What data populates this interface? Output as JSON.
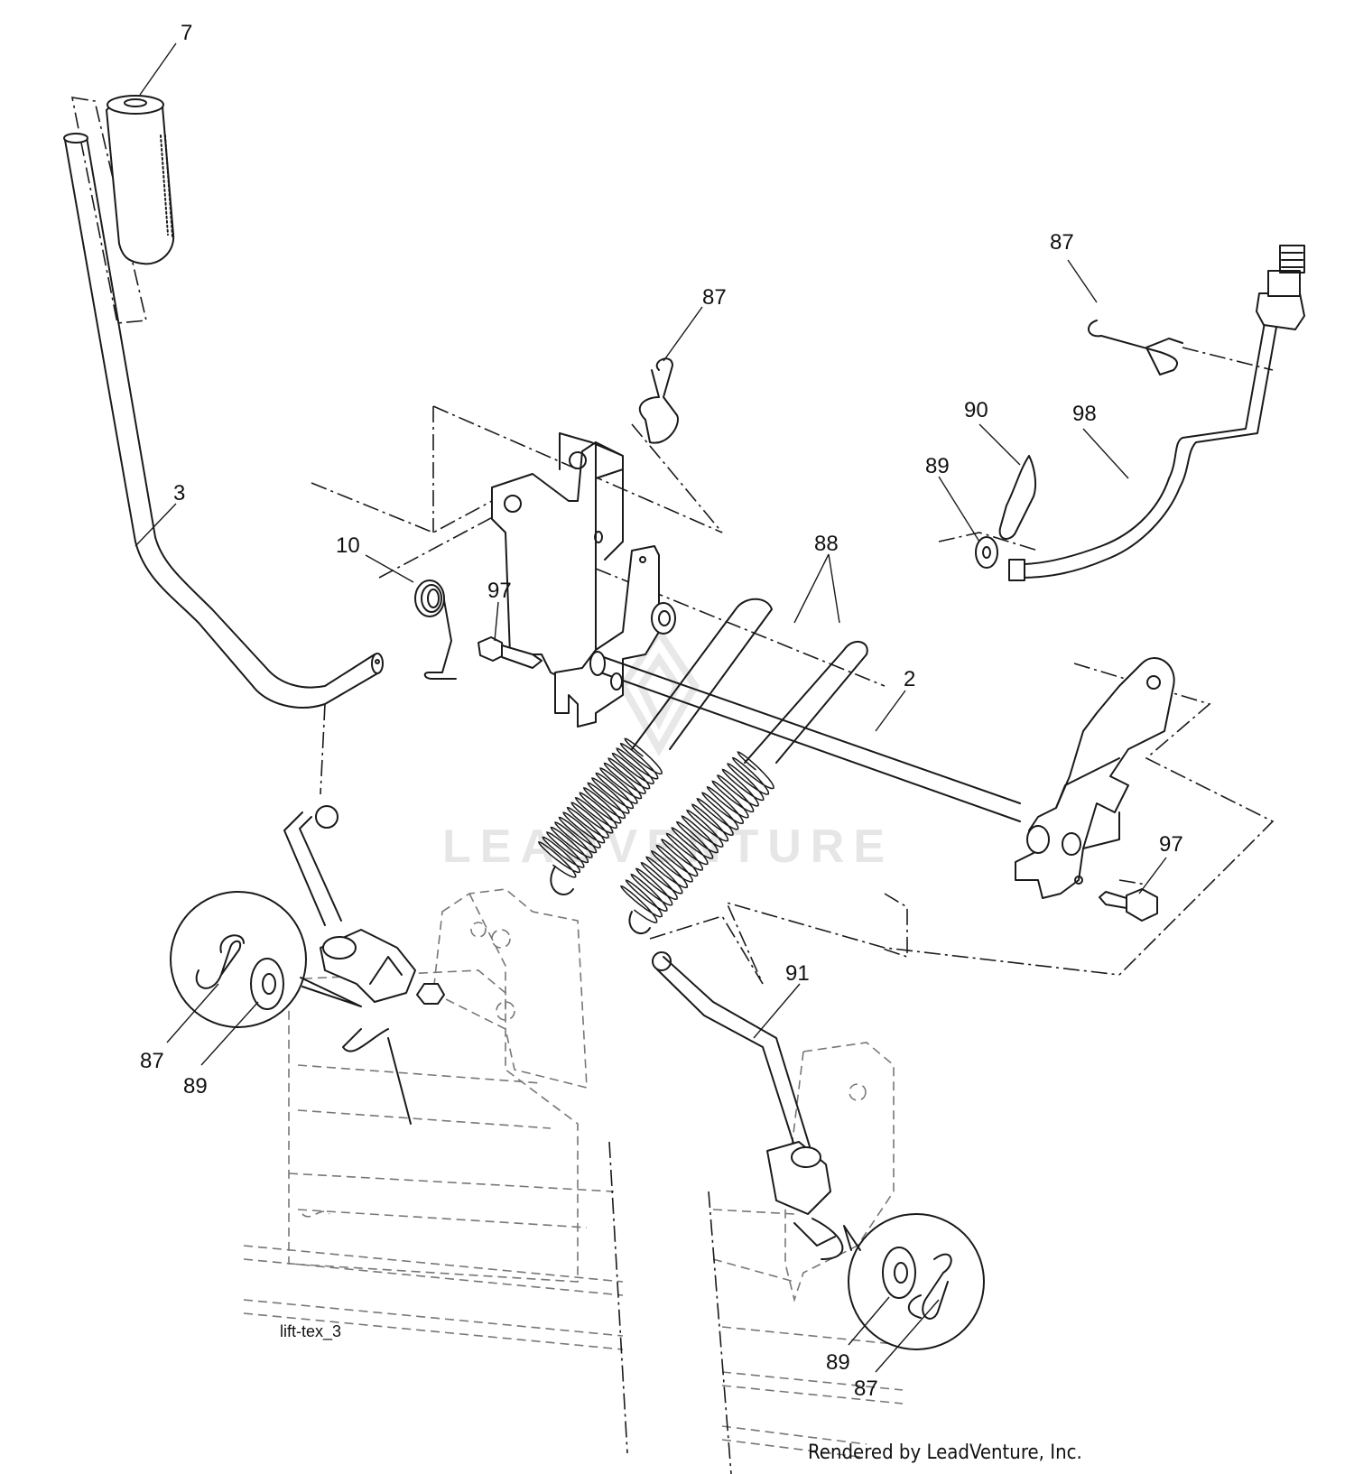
{
  "drawing_id": "lift-tex_3",
  "credit": "Rendered by LeadVenture, Inc.",
  "watermark": "LEADVENTURE",
  "callouts": [
    {
      "id": "c7",
      "label": "7"
    },
    {
      "id": "c87a",
      "label": "87"
    },
    {
      "id": "c87b",
      "label": "87"
    },
    {
      "id": "c3",
      "label": "3"
    },
    {
      "id": "c10",
      "label": "10"
    },
    {
      "id": "c97a",
      "label": "97"
    },
    {
      "id": "c88",
      "label": "88"
    },
    {
      "id": "c90",
      "label": "90"
    },
    {
      "id": "c98",
      "label": "98"
    },
    {
      "id": "c89a",
      "label": "89"
    },
    {
      "id": "c2",
      "label": "2"
    },
    {
      "id": "c97b",
      "label": "97"
    },
    {
      "id": "c91",
      "label": "91"
    },
    {
      "id": "c87c",
      "label": "87"
    },
    {
      "id": "c89b",
      "label": "89"
    },
    {
      "id": "c89c",
      "label": "89"
    },
    {
      "id": "c87d",
      "label": "87"
    }
  ]
}
